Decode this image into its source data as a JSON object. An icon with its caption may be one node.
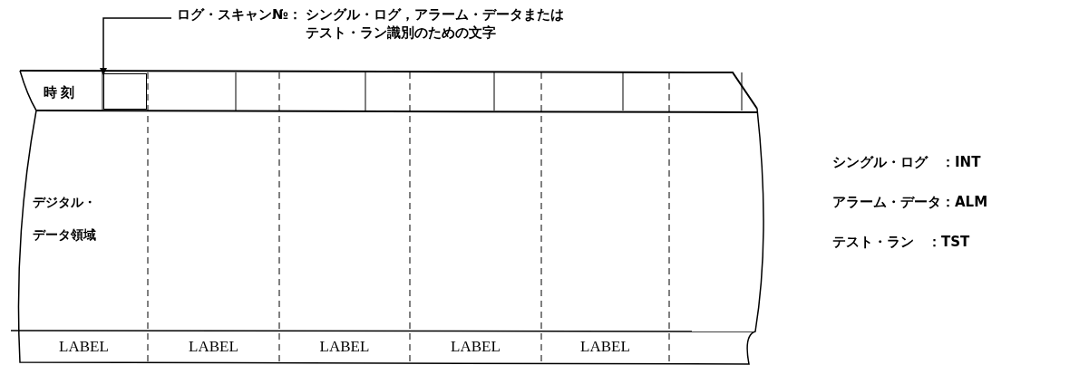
{
  "diagram": {
    "nodes": [
      {
        "text": [
          "ログ・スキャン№：",
          "シングル・ログ，アラーム・データまたはテスト・ラン識別のための文字"
        ]
      },
      {
        "text": [],
        "shape": "box"
      }
    ],
    "edges": [
      {
        "from": 0,
        "to": 1,
        "arrow": "to"
      }
    ],
    "labels": [
      "時刻",
      "デジタル・データ領域",
      "LABEL",
      "LABEL",
      "LABEL",
      "LABEL",
      "LABEL",
      "シングル・ログ　：INT",
      "アラーム・データ：ALM",
      "テスト・ラン　：TST"
    ]
  }
}
